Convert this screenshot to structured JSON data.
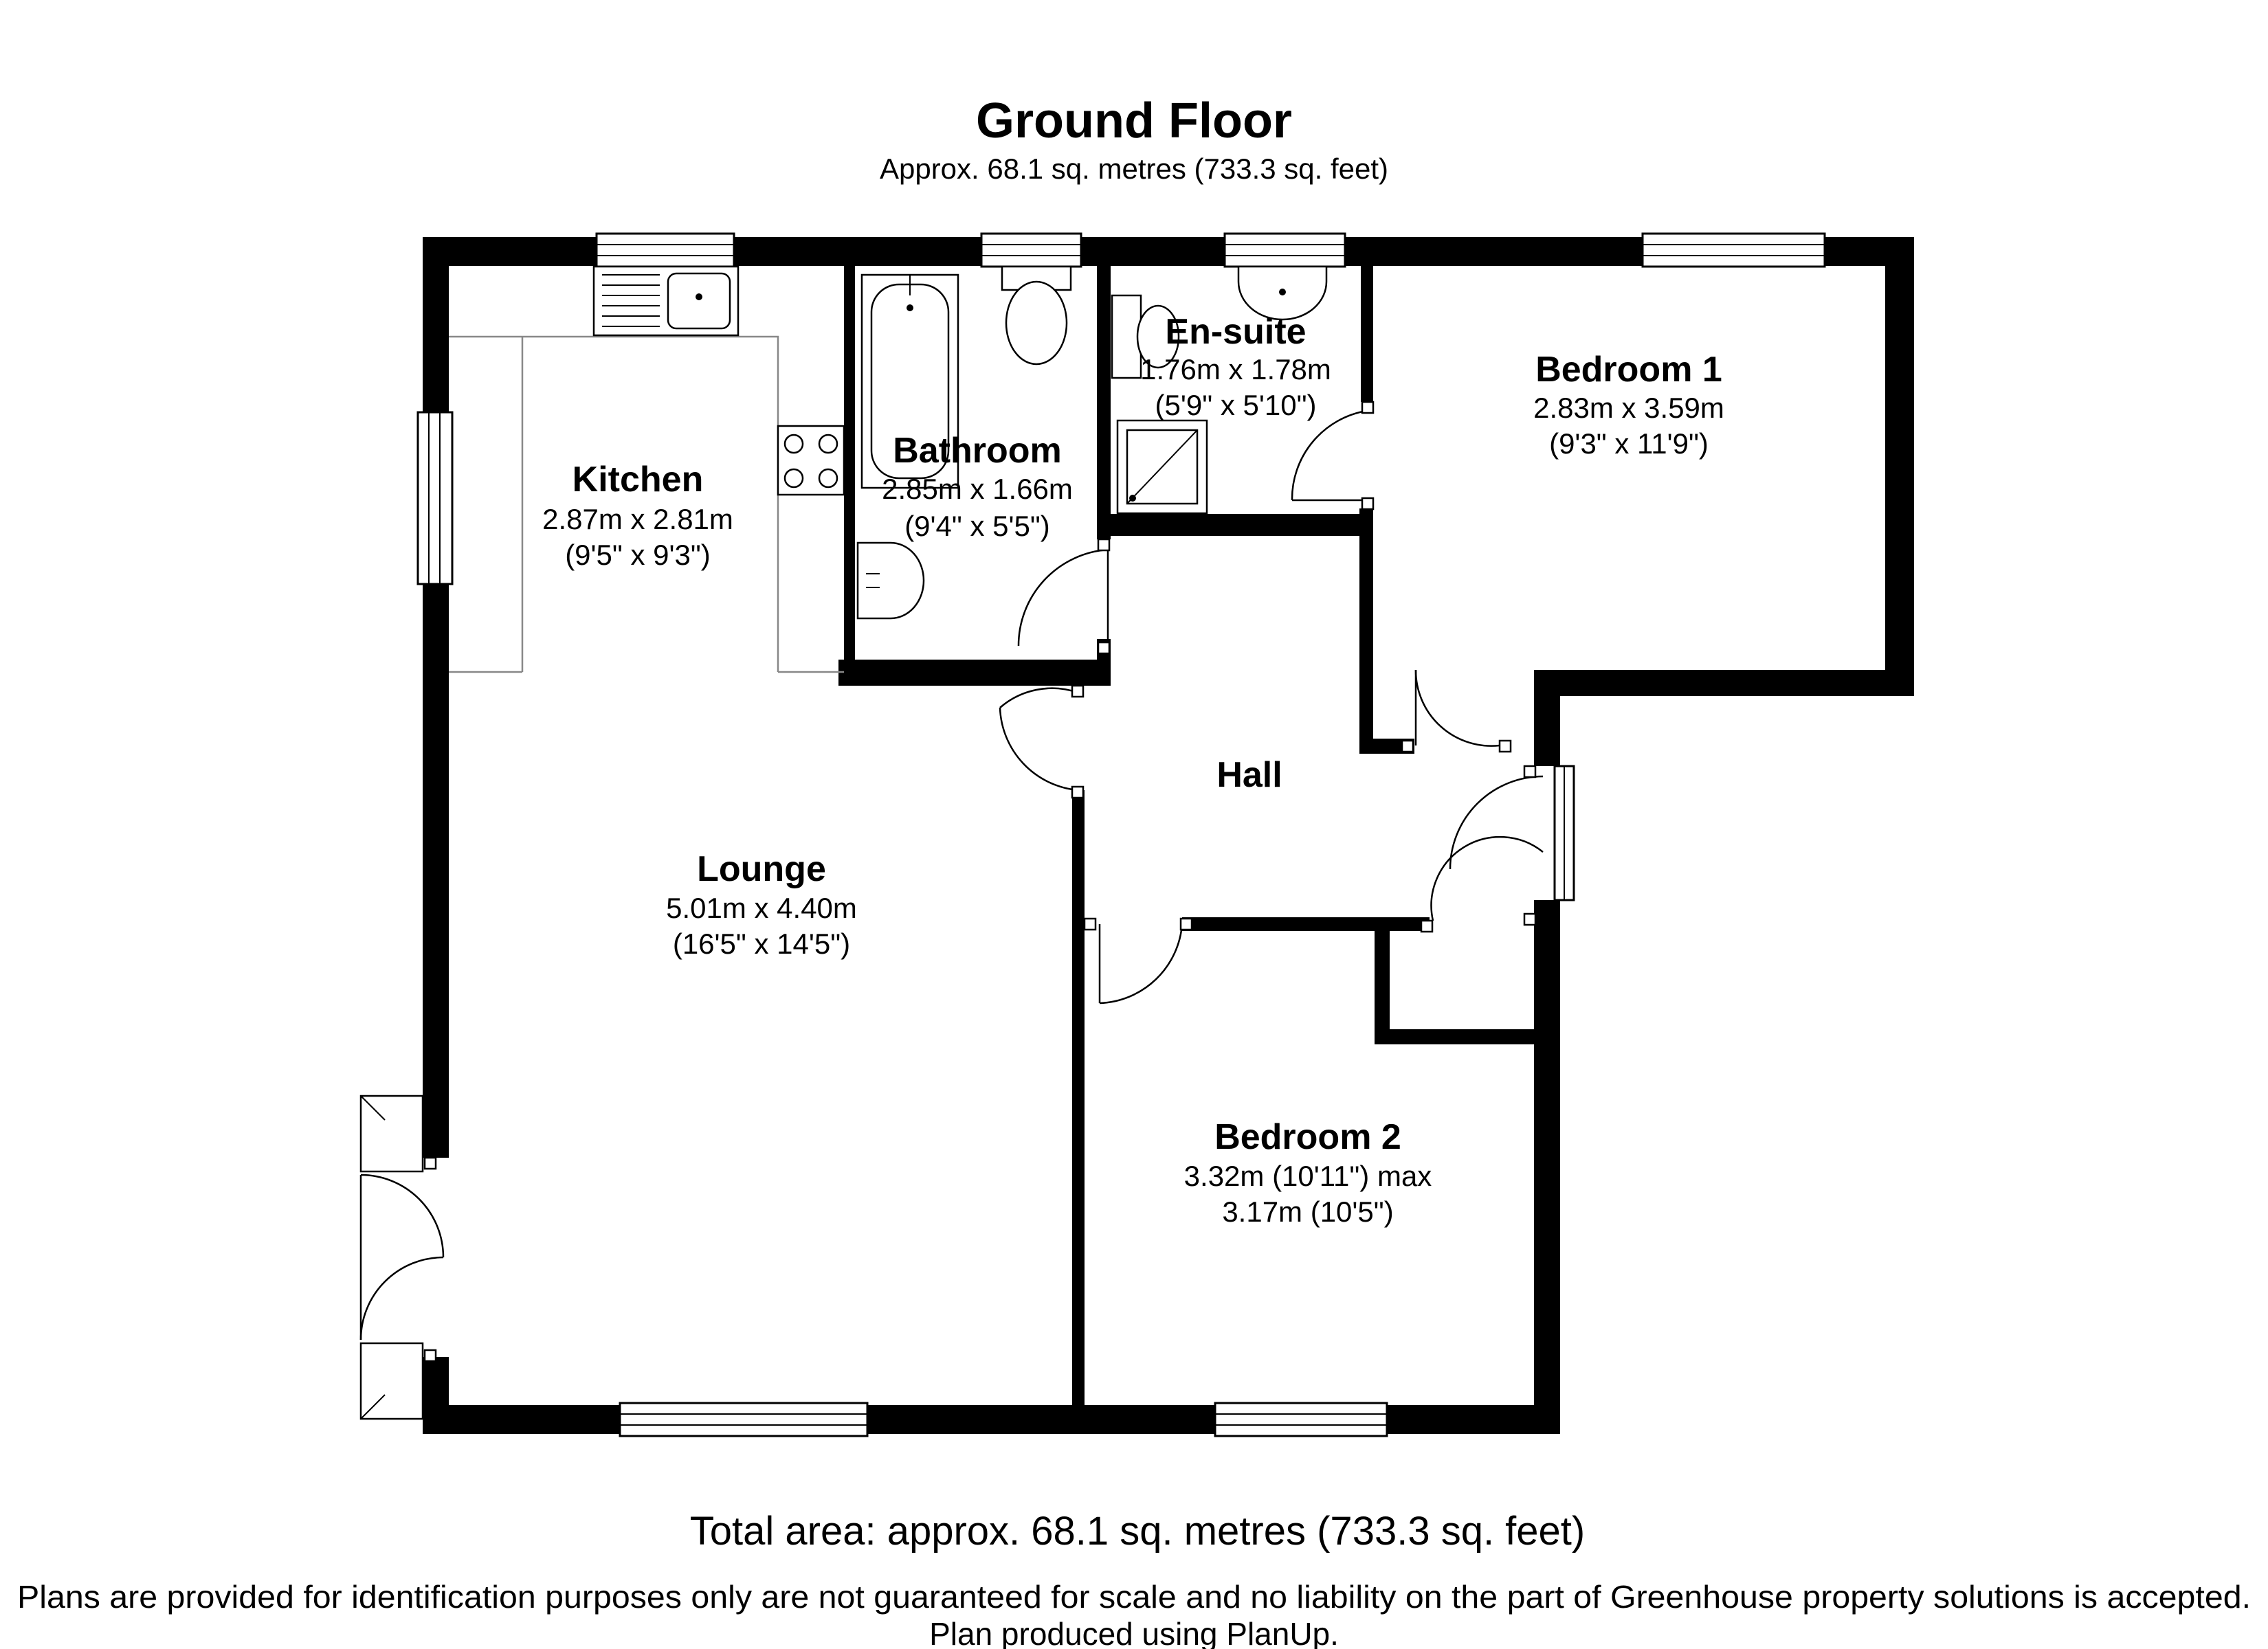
{
  "header": {
    "title": "Ground Floor",
    "subtitle": "Approx.  68.1 sq. metres (733.3 sq. feet)"
  },
  "rooms": {
    "kitchen": {
      "name": "Kitchen",
      "dim1": "2.87m x 2.81m",
      "dim2": "(9'5\" x 9'3\")"
    },
    "bathroom": {
      "name": "Bathroom",
      "dim1": "2.85m x 1.66m",
      "dim2": "(9'4\" x 5'5\")"
    },
    "ensuite": {
      "name": "En-suite",
      "dim1": "1.76m x 1.78m",
      "dim2": "(5'9\" x 5'10\")"
    },
    "bedroom1": {
      "name": "Bedroom 1",
      "dim1": "2.83m x 3.59m",
      "dim2": "(9'3\" x 11'9\")"
    },
    "hall": {
      "name": "Hall"
    },
    "lounge": {
      "name": "Lounge",
      "dim1": "5.01m x 4.40m",
      "dim2": "(16'5\" x 14'5\")"
    },
    "bedroom2": {
      "name": "Bedroom 2",
      "dim1": "3.32m (10'11\") max",
      "dim2": "3.17m (10'5\")"
    }
  },
  "footer": {
    "total": "Total area: approx.  68.1 sq. metres (733.3 sq. feet)",
    "disclaimer": "Plans are provided for identification purposes only are not guaranteed for scale and no liability on the part of Greenhouse property solutions is accepted.",
    "credit": "Plan produced using PlanUp."
  },
  "colors": {
    "wall": "#000000",
    "background": "#ffffff",
    "fixture_grey": "#888888"
  }
}
